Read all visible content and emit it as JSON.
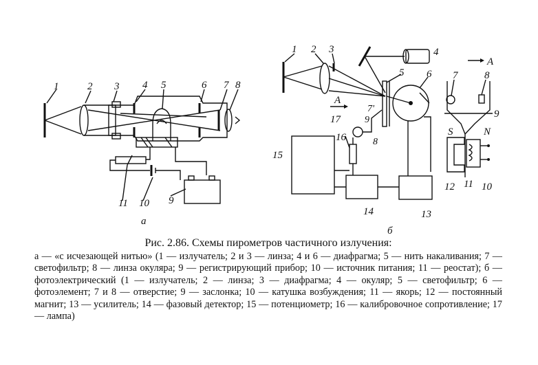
{
  "figure": {
    "panel_a": {
      "tag": "а",
      "labels": [
        "1",
        "2",
        "3",
        "4",
        "5",
        "6",
        "7",
        "8",
        "9",
        "10",
        "11"
      ]
    },
    "panel_b": {
      "tag": "б",
      "labels": [
        "1",
        "2",
        "3",
        "4",
        "5",
        "6",
        "7",
        "7'",
        "8",
        "9",
        "10",
        "11",
        "12",
        "13",
        "14",
        "15",
        "16",
        "17"
      ],
      "magnet_s": "S",
      "magnet_n": "N",
      "arrow_a_1": "A",
      "arrow_a_2": "A"
    }
  },
  "caption": {
    "title": "Рис. 2.86. Схемы пирометров частичного излучения:",
    "body": "а — «с исчезающей нитью» (1 — излучатель; 2 и 3 — линза; 4 и 6 — диафрагма; 5 — нить накаливания; 7 — светофильтр; 8 — линза окуляра; 9 — регистрирующий прибор; 10 — источник питания; 11 — реостат); б — фотоэлектрический (1 — излучатель; 2 — линза; 3 — диафрагма; 4 — окуляр; 5 — светофильтр; 6 — фотоэлемент; 7 и 8 — отверстие; 9 — заслонка; 10 — катушка возбуждения; 11 — якорь; 12 — постоянный магнит; 13 — усилитель; 14 — фазовый детектор; 15 — потенциометр; 16 — калибровочное сопротивление; 17 — лампа)"
  }
}
